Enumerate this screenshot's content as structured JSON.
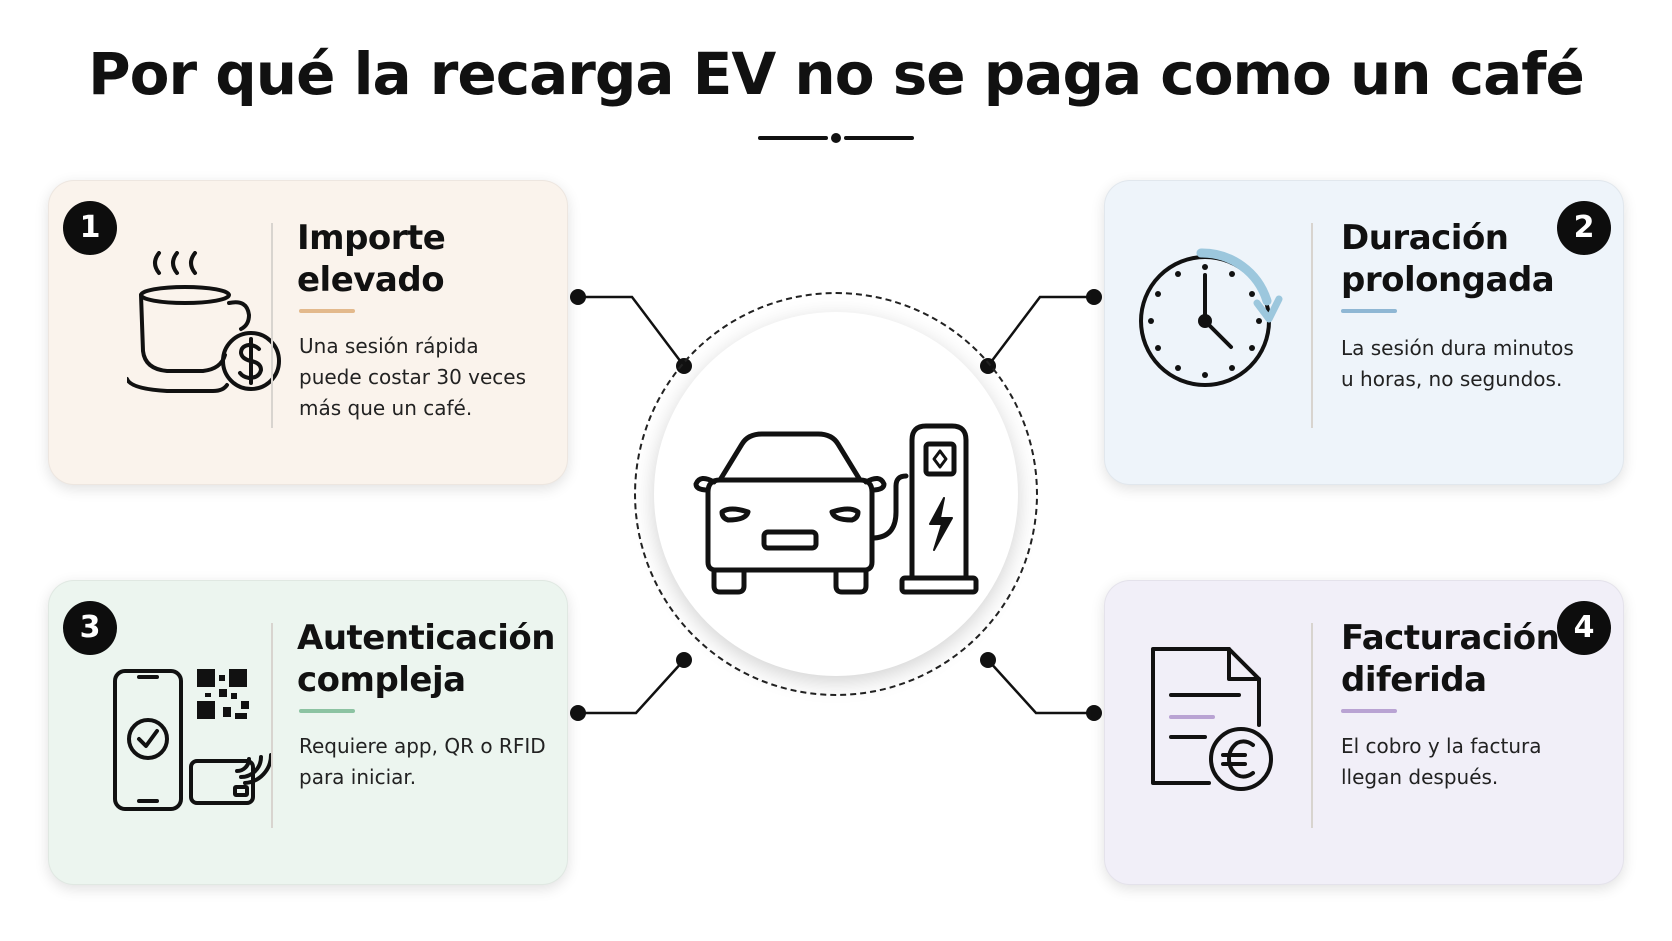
{
  "title": "Por qué la recarga EV no se paga como un café",
  "colors": {
    "card_1_bg": "#faf3ec",
    "card_2_bg": "#eef4fa",
    "card_3_bg": "#ecf5ef",
    "card_4_bg": "#f1eff8",
    "accent_1": "#e3b98c",
    "accent_2": "#8fb7d4",
    "accent_3": "#8cc3a2",
    "accent_4": "#b9a3d3",
    "clock_arrow": "#9cc7dd",
    "ink": "#111111"
  },
  "hub": {
    "icon": "ev-car-charging-station-icon"
  },
  "cards": [
    {
      "number": "1",
      "heading_line1": "Importe",
      "heading_line2": "elevado",
      "description": "Una sesión rápida puede costar 30 veces más que un café.",
      "icon": "coffee-cup-dollar-icon"
    },
    {
      "number": "2",
      "heading_line1": "Duración",
      "heading_line2": "prolongada",
      "description": "La sesión dura minutos u horas, no segundos.",
      "icon": "clock-icon"
    },
    {
      "number": "3",
      "heading_line1": "Autenticación",
      "heading_line2": "compleja",
      "description": "Requiere app, QR o RFID para iniciar.",
      "icon": "phone-qr-rfid-icon"
    },
    {
      "number": "4",
      "heading_line1": "Facturación",
      "heading_line2": "diferida",
      "description": "El cobro y la factura llegan después.",
      "icon": "invoice-euro-icon"
    }
  ]
}
